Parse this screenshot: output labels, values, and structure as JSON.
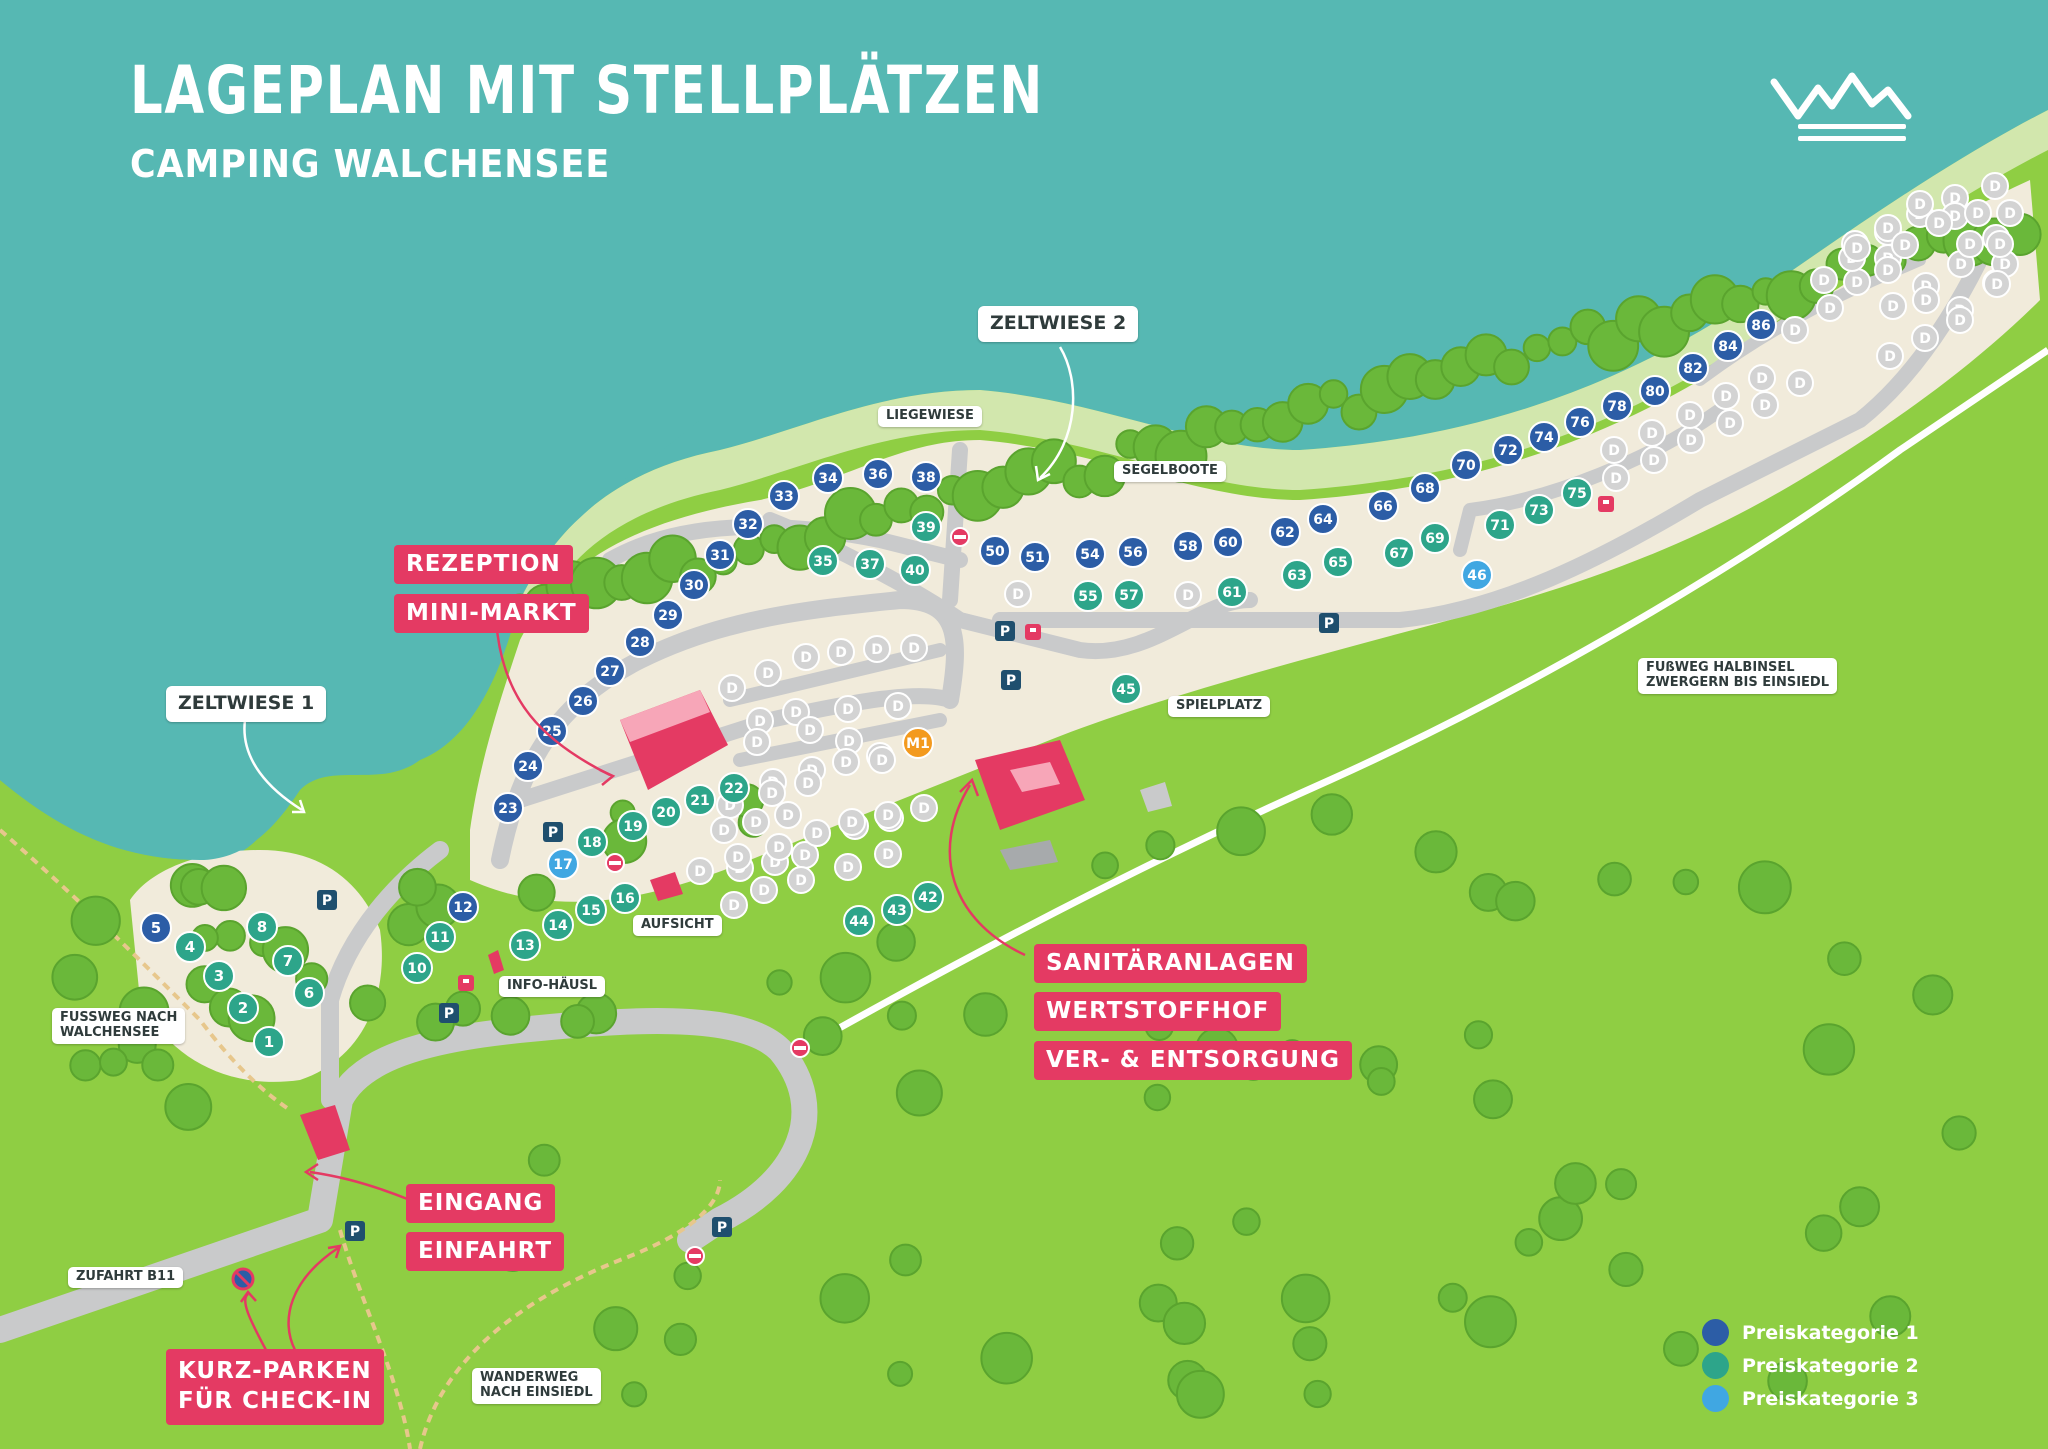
{
  "header": {
    "title": "LAGEPLAN MIT STELLPLÄTZEN",
    "subtitle": "CAMPING WALCHENSEE"
  },
  "colors": {
    "lake": "#5bbdb7",
    "meadow": "#8fce43",
    "campground": "#f1ebdb",
    "road": "#c9cacb",
    "price_category_1": "#2c5da6",
    "price_category_2": "#2da58a",
    "price_category_3": "#40a7e2",
    "pitch_default": "#d3d3d3",
    "highlight": "#e43a63",
    "tree": "#6ab83a"
  },
  "icons": {
    "logo": "waves-mountain-logo-icon",
    "parking": "parking-icon",
    "no_entry": "no-entry-icon",
    "no_parking": "no-parking-icon",
    "water_tap": "water-tap-icon"
  },
  "labels_white": {
    "zeltwiese1": "ZELTWIESE 1",
    "zeltwiese2": "ZELTWIESE 2",
    "liegewiese": "LIEGEWIESE",
    "segelboote": "SEGELBOOTE",
    "spielplatz": "SPIELPLATZ",
    "aufsicht": "AUFSICHT",
    "info_haeusl": "INFO-HÄUSL",
    "fussweg_walchensee_1": "FUSSWEG NACH",
    "fussweg_walchensee_2": "WALCHENSEE",
    "fussweg_halbinsel_1": "FUßWEG HALBINSEL",
    "fussweg_halbinsel_2": "ZWERGERN BIS EINSIEDL",
    "zufahrt": "ZUFAHRT B11",
    "wanderweg_1": "WANDERWEG",
    "wanderweg_2": "NACH EINSIEDL"
  },
  "labels_pink": {
    "rezeption": "REZEPTION",
    "minimarkt": "MINI-MARKT",
    "sanitaer": "SANITÄRANLAGEN",
    "wertstoffhof": "WERTSTOFFHOF",
    "versorgung": "VER- & ENTSORGUNG",
    "eingang": "EINGANG",
    "einfahrt": "EINFAHRT",
    "kurzparken_1": "KURZ-PARKEN",
    "kurzparken_2": "FÜR CHECK-IN"
  },
  "legend": [
    {
      "label": "Preiskategorie 1",
      "color": "#2c5da6"
    },
    {
      "label": "Preiskategorie 2",
      "color": "#2da58a"
    },
    {
      "label": "Preiskategorie 3",
      "color": "#40a7e2"
    }
  ],
  "pitches": [
    {
      "label": "1",
      "cat": 2
    },
    {
      "label": "2",
      "cat": 2
    },
    {
      "label": "3",
      "cat": 2
    },
    {
      "label": "4",
      "cat": 2
    },
    {
      "label": "5",
      "cat": 1
    },
    {
      "label": "6",
      "cat": 2
    },
    {
      "label": "7",
      "cat": 2
    },
    {
      "label": "8",
      "cat": 2
    },
    {
      "label": "10",
      "cat": 2
    },
    {
      "label": "11",
      "cat": 2
    },
    {
      "label": "12",
      "cat": 1
    },
    {
      "label": "13",
      "cat": 2
    },
    {
      "label": "14",
      "cat": 2
    },
    {
      "label": "15",
      "cat": 2
    },
    {
      "label": "16",
      "cat": 2
    },
    {
      "label": "17",
      "cat": 3
    },
    {
      "label": "18",
      "cat": 2
    },
    {
      "label": "19",
      "cat": 2
    },
    {
      "label": "20",
      "cat": 2
    },
    {
      "label": "21",
      "cat": 2
    },
    {
      "label": "22",
      "cat": 2
    },
    {
      "label": "23",
      "cat": 1
    },
    {
      "label": "24",
      "cat": 1
    },
    {
      "label": "25",
      "cat": 1
    },
    {
      "label": "26",
      "cat": 1
    },
    {
      "label": "27",
      "cat": 1
    },
    {
      "label": "28",
      "cat": 1
    },
    {
      "label": "29",
      "cat": 1
    },
    {
      "label": "30",
      "cat": 1
    },
    {
      "label": "31",
      "cat": 1
    },
    {
      "label": "32",
      "cat": 1
    },
    {
      "label": "33",
      "cat": 1
    },
    {
      "label": "34",
      "cat": 1
    },
    {
      "label": "35",
      "cat": 2
    },
    {
      "label": "36",
      "cat": 1
    },
    {
      "label": "37",
      "cat": 2
    },
    {
      "label": "38",
      "cat": 1
    },
    {
      "label": "39",
      "cat": 2
    },
    {
      "label": "40",
      "cat": 2
    },
    {
      "label": "42",
      "cat": 2
    },
    {
      "label": "43",
      "cat": 2
    },
    {
      "label": "44",
      "cat": 2
    },
    {
      "label": "45",
      "cat": 2
    },
    {
      "label": "46",
      "cat": 3
    },
    {
      "label": "50",
      "cat": 1
    },
    {
      "label": "51",
      "cat": 1
    },
    {
      "label": "54",
      "cat": 1
    },
    {
      "label": "55",
      "cat": 2
    },
    {
      "label": "56",
      "cat": 1
    },
    {
      "label": "57",
      "cat": 2
    },
    {
      "label": "58",
      "cat": 1
    },
    {
      "label": "60",
      "cat": 1
    },
    {
      "label": "61",
      "cat": 2
    },
    {
      "label": "62",
      "cat": 1
    },
    {
      "label": "63",
      "cat": 2
    },
    {
      "label": "64",
      "cat": 1
    },
    {
      "label": "65",
      "cat": 2
    },
    {
      "label": "66",
      "cat": 1
    },
    {
      "label": "67",
      "cat": 2
    },
    {
      "label": "68",
      "cat": 1
    },
    {
      "label": "69",
      "cat": 2
    },
    {
      "label": "70",
      "cat": 1
    },
    {
      "label": "71",
      "cat": 2
    },
    {
      "label": "72",
      "cat": 1
    },
    {
      "label": "73",
      "cat": 2
    },
    {
      "label": "74",
      "cat": 1
    },
    {
      "label": "75",
      "cat": 2
    },
    {
      "label": "76",
      "cat": 1
    },
    {
      "label": "78",
      "cat": 1
    },
    {
      "label": "80",
      "cat": 1
    },
    {
      "label": "82",
      "cat": 1
    },
    {
      "label": "84",
      "cat": 1
    },
    {
      "label": "86",
      "cat": 1
    },
    {
      "label": "M1",
      "cat": 4
    }
  ],
  "d_pitch_label": "D",
  "parking_label": "P"
}
